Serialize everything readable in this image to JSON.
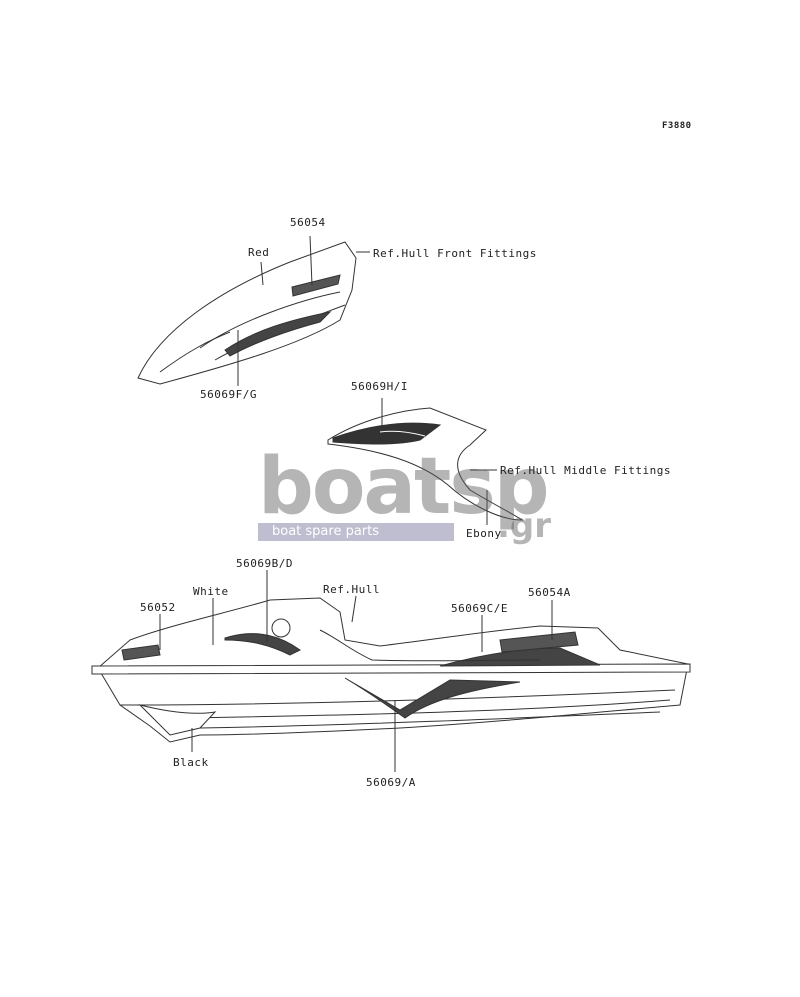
{
  "figure_code": "F3880",
  "labels": {
    "top_part_number": "56054",
    "top_color": "Red",
    "top_ref": "Ref.Hull Front Fittings",
    "top_decal": "56069F/G",
    "mid_decal": "56069H/I",
    "mid_ref": "Ref.Hull Middle Fittings",
    "mid_color": "Ebony",
    "hull_decal_bd": "56069B/D",
    "hull_color_white": "White",
    "hull_ref": "Ref.Hull",
    "hull_decal_ce": "56069C/E",
    "hull_part_54a": "56054A",
    "hull_part_52": "56052",
    "hull_color_black": "Black",
    "hull_decal_a": "56069/A"
  },
  "watermark": {
    "brand_a": "boat",
    "brand_b": "sp",
    "brand_tld": ".gr",
    "tagline": "boat spare parts"
  }
}
